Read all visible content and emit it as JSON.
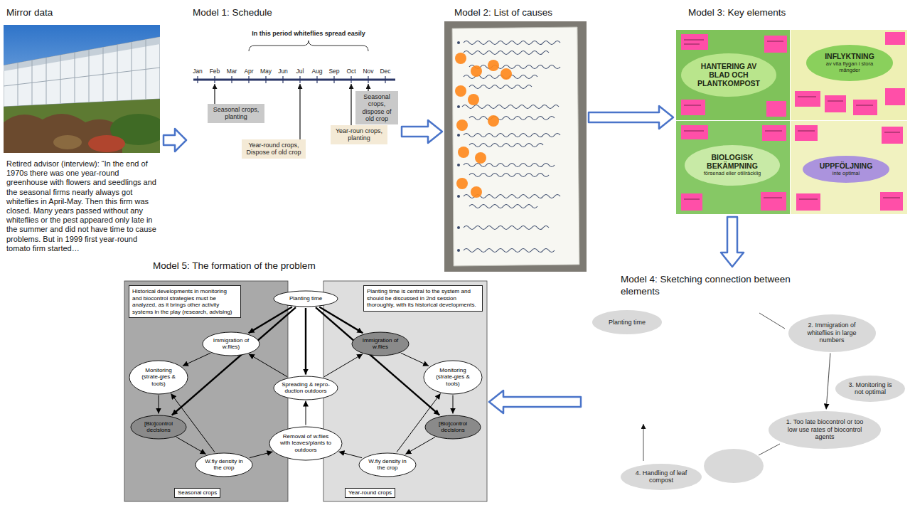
{
  "diagram": {
    "nodes": [
      {
        "text": [
          "Mirror data",
          "Retired advisor (interview): “In the end of 1970s there was one year-round greenhouse with flowers and seedlings and the seasonal firms nearly always got whiteflies in April-May. Then this firm was closed. Many years passed without any whiteflies or the pest appeared only late in the summer and did not have time to cause problems. But in 1999 first year-round tomato firm started…"
        ]
      },
      {
        "text": [
          "Model 1: Schedule"
        ]
      },
      {
        "text": [
          "Seasonal crops, planting"
        ],
        "in": 1
      },
      {
        "text": [
          "Year-round crops, Dispose of old crop"
        ],
        "in": 1
      },
      {
        "text": [
          "Seasonal crops, dispose of old crop"
        ],
        "in": 1
      },
      {
        "text": [
          "Year-roun crops, planting"
        ],
        "in": 1
      },
      {
        "text": [
          "Model 2: List of causes"
        ]
      },
      {
        "text": [
          "Model 3: Key elements"
        ]
      },
      {
        "text": [
          "HANTERING AV BLAD OCH PLANTKOMPOST"
        ],
        "in": 7
      },
      {
        "text": [
          "INFLYKTNING",
          "av vita flygan i stora mängder"
        ],
        "in": 7
      },
      {
        "text": [
          "BIOLOGISK BEKÄMPNING",
          "försenad eller otillräcklig"
        ],
        "in": 7
      },
      {
        "text": [
          "UPPFÖLJNING",
          "inte optimal"
        ],
        "in": 7
      },
      {
        "text": [
          "Model 4: Sketching connection between elements"
        ]
      },
      {
        "text": [
          "Planting time"
        ],
        "in": 12
      },
      {
        "text": [
          "2. Immigration of whiteflies in large numbers"
        ],
        "in": 12
      },
      {
        "text": [
          "3. Monitoring is not optimal"
        ],
        "in": 12
      },
      {
        "text": [
          "1. Too late biocontrol or too low use rates of biocontrol agents"
        ],
        "in": 12
      },
      {
        "text": [
          "4. Handling of leaf compost"
        ],
        "in": 12
      },
      {
        "text": [
          "Model 5: The formation of the problem"
        ]
      },
      {
        "text": [
          "Historical developments in monitoring and biocontrol strategies must be analyzed, as it brings other activity systems in the play (research, advising)",
          "Seasonal crops"
        ],
        "in": 18
      },
      {
        "text": [
          "Planting time is central to the system and should be discussed in 2nd session thoroughly, with its historical developments.",
          "Year-round crops"
        ],
        "in": 18
      },
      {
        "text": [
          "Planting time"
        ],
        "in": 18
      },
      {
        "text": [
          "Spreading & repro-duction outdoors"
        ],
        "in": 18
      },
      {
        "text": [
          "Removal of w.flies with leaves/plants to outdoors"
        ],
        "in": 18
      },
      {
        "text": [
          "Immigration of w.flies)"
        ],
        "in": 19
      },
      {
        "text": [
          "Monitoring (strate-gies & tools)"
        ],
        "in": 19
      },
      {
        "text": [
          "[Bio]control decisions"
        ],
        "in": 19
      },
      {
        "text": [
          "W.fly density in the crop"
        ],
        "in": 19
      },
      {
        "text": [
          "Immigration of w.flies"
        ],
        "in": 20
      },
      {
        "text": [
          "Monitoring (strate-gies & tools)"
        ],
        "in": 20
      },
      {
        "text": [
          "[Bio]control decisions"
        ],
        "in": 20
      },
      {
        "text": [
          "W.fly density in the crop"
        ],
        "in": 20
      }
    ],
    "edges": [
      {
        "from": 0,
        "to": 1,
        "arrow": "to"
      },
      {
        "from": 1,
        "to": 6,
        "arrow": "to"
      },
      {
        "from": 6,
        "to": 7,
        "arrow": "to"
      },
      {
        "from": 7,
        "to": 12,
        "arrow": "to"
      },
      {
        "from": 12,
        "to": 18,
        "arrow": "to"
      },
      {
        "from": 14,
        "to": 16,
        "arrow": "to"
      },
      {
        "from": 21,
        "to": 24,
        "arrow": "to"
      },
      {
        "from": 21,
        "to": 28,
        "arrow": "to"
      },
      {
        "from": 21,
        "to": 22,
        "arrow": "to"
      },
      {
        "from": 21,
        "to": 26,
        "arrow": "to"
      },
      {
        "from": 21,
        "to": 30,
        "arrow": "to"
      },
      {
        "from": 24,
        "to": 25,
        "arrow": "to"
      },
      {
        "from": 25,
        "to": 26,
        "arrow": "to"
      },
      {
        "from": 26,
        "to": 27,
        "arrow": "to"
      },
      {
        "from": 27,
        "to": 25,
        "arrow": "to"
      },
      {
        "from": 28,
        "to": 29,
        "arrow": "to"
      },
      {
        "from": 29,
        "to": 30,
        "arrow": "to"
      },
      {
        "from": 30,
        "to": 31,
        "arrow": "to"
      },
      {
        "from": 31,
        "to": 29,
        "arrow": "to"
      },
      {
        "from": 27,
        "to": 23,
        "arrow": "to"
      },
      {
        "from": 31,
        "to": 23,
        "arrow": "to"
      },
      {
        "from": 23,
        "to": 22,
        "arrow": "to"
      },
      {
        "from": 22,
        "to": 24,
        "arrow": "to"
      },
      {
        "from": 22,
        "to": 28,
        "arrow": "to"
      }
    ],
    "labels": [
      "Jan",
      "Feb",
      "Mar",
      "Apr",
      "May",
      "Jun",
      "Jul",
      "Aug",
      "Sep",
      "Oct",
      "Nov",
      "Dec",
      "In this period whiteflies spread easily"
    ]
  }
}
